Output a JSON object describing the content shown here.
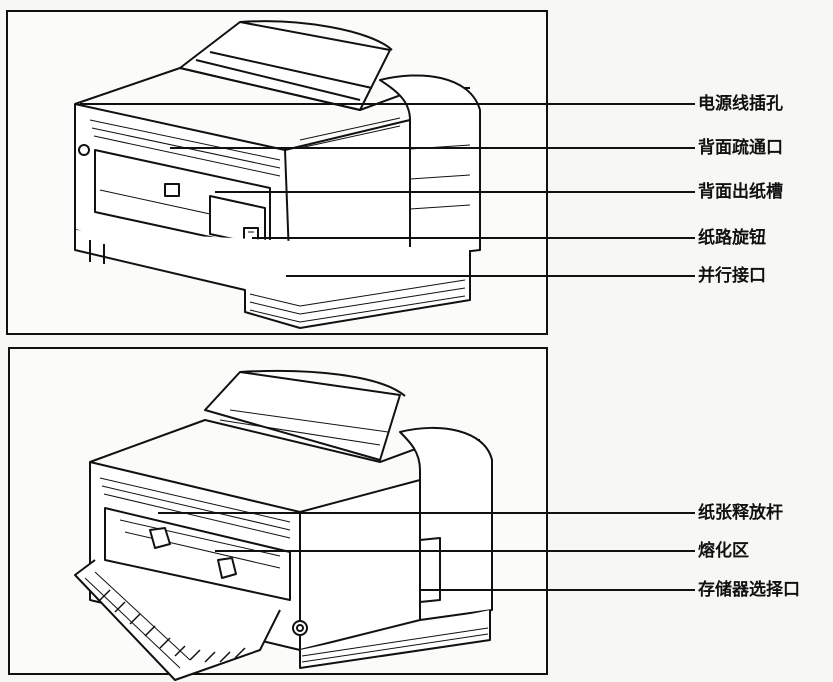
{
  "diagram": {
    "top_panel": {
      "callouts": [
        {
          "id": "power",
          "label": "电源线插孔"
        },
        {
          "id": "rear_clear",
          "label": "背面疏通口"
        },
        {
          "id": "rear_out",
          "label": "背面出纸槽"
        },
        {
          "id": "knob",
          "label": "纸路旋钮"
        },
        {
          "id": "parallel",
          "label": "并行接口"
        }
      ]
    },
    "bottom_panel": {
      "callouts": [
        {
          "id": "release",
          "label": "纸张释放杆"
        },
        {
          "id": "fuser",
          "label": "熔化区"
        },
        {
          "id": "memory",
          "label": "存储器选择口"
        }
      ]
    }
  }
}
